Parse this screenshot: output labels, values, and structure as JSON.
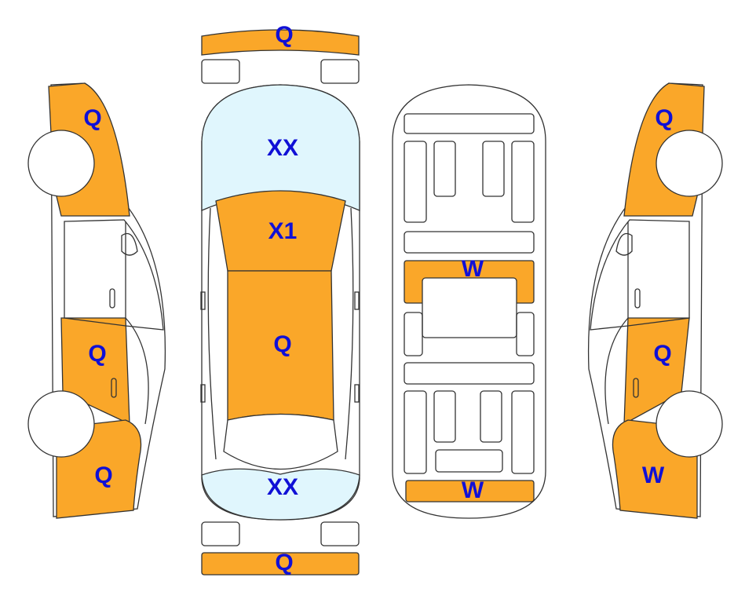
{
  "colors": {
    "damaged": "#faa729",
    "glass": "#e0f6fd",
    "outline": "#333333",
    "label": "#1010d6",
    "background": "#ffffff"
  },
  "panels": {
    "left_front": "Q",
    "left_door": "Q",
    "left_rear": "Q",
    "front_bumper": "Q",
    "windshield": "XX",
    "roof_front": "X1",
    "roof": "Q",
    "rear_glass": "XX",
    "rear_bumper": "Q",
    "floor_mid": "W",
    "floor_rear": "W",
    "right_front": "Q",
    "right_door": "Q",
    "right_rear": "W"
  }
}
